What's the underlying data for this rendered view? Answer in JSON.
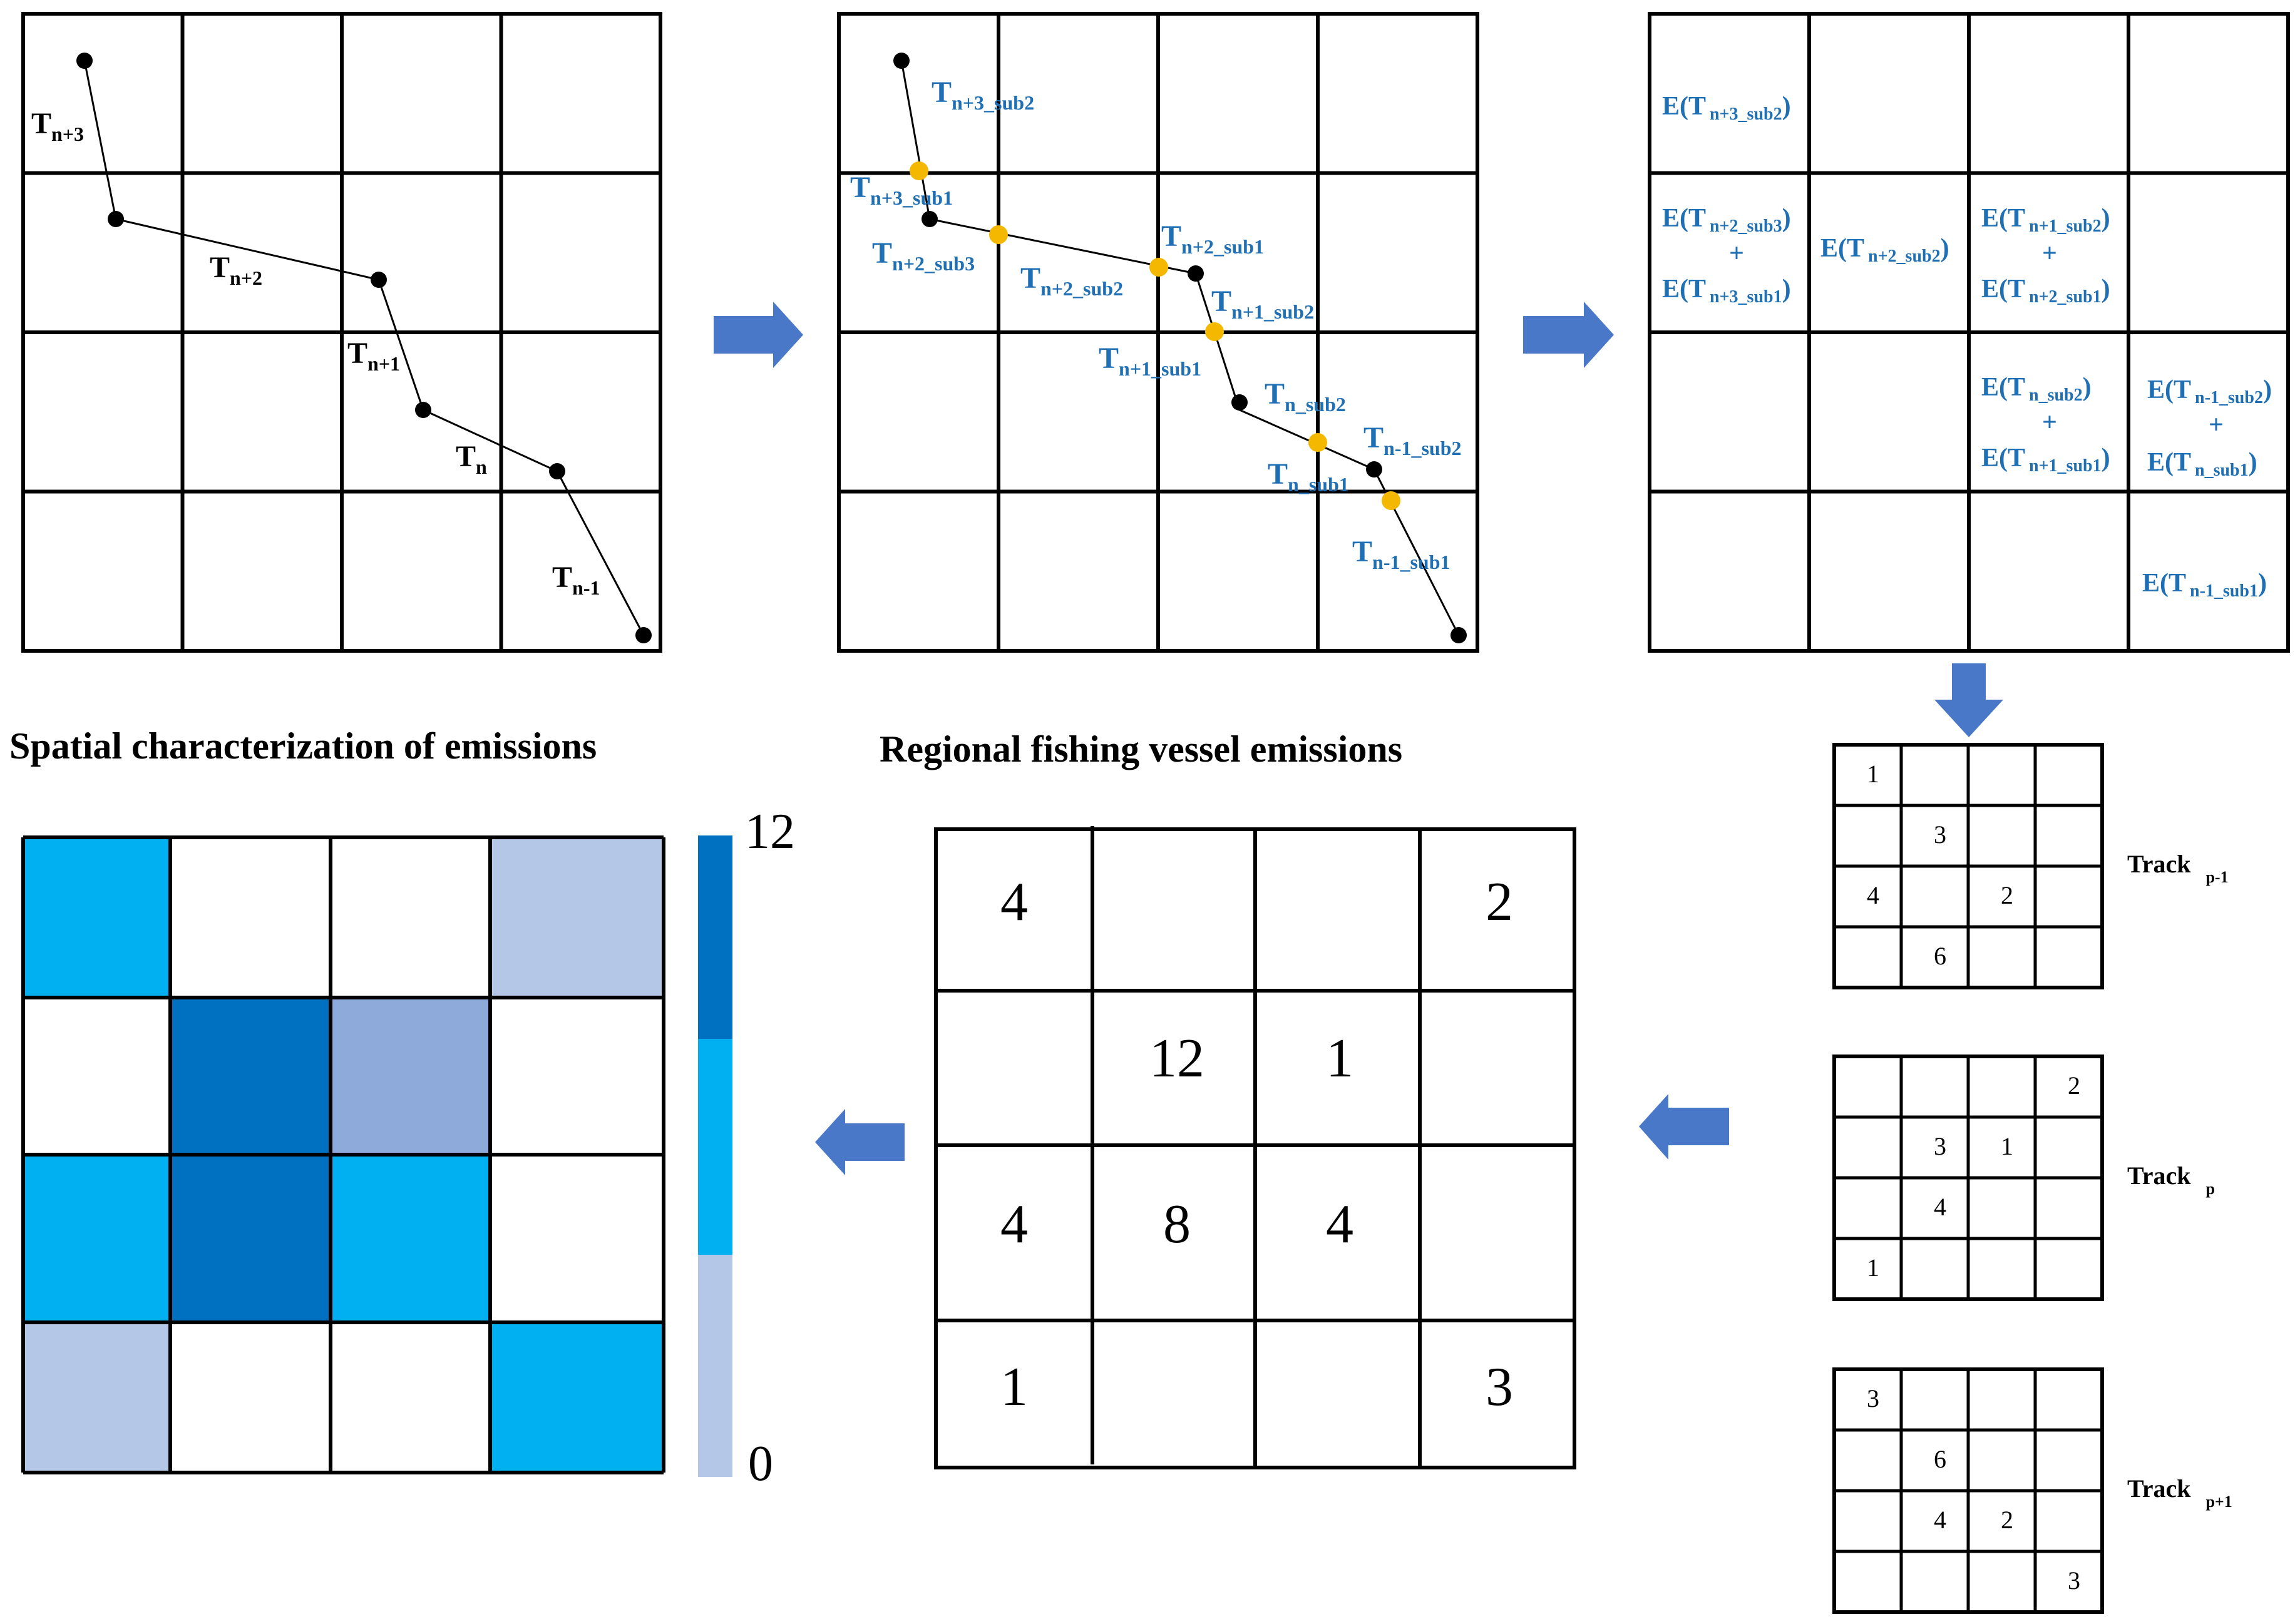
{
  "titles": {
    "spatial": "Spatial characterization of emissions",
    "regional": "Regional fishing vessel emissions"
  },
  "colors": {
    "grid": "#000000",
    "node": "#000000",
    "split_point": "#f5b800",
    "blue_label": "#1f6fb4",
    "arrow": "#4a78c8",
    "level_high": "#0070c0",
    "level_mid": "#00b0f0",
    "level_low": "#b4c7e7",
    "level_lowmid": "#8eaadb"
  },
  "panel1": {
    "segments": [
      {
        "main": "T",
        "sub": "n+3"
      },
      {
        "main": "T",
        "sub": "n+2"
      },
      {
        "main": "T",
        "sub": "n+1"
      },
      {
        "main": "T",
        "sub": "n"
      },
      {
        "main": "T",
        "sub": "n-1"
      }
    ]
  },
  "panel2": {
    "labels": [
      {
        "main": "T",
        "sub": "n+3_sub2"
      },
      {
        "main": "T",
        "sub": "n+3_sub1"
      },
      {
        "main": "T",
        "sub": "n+2_sub3"
      },
      {
        "main": "T",
        "sub": "n+2_sub2"
      },
      {
        "main": "T",
        "sub": "n+2_sub1"
      },
      {
        "main": "T",
        "sub": "n+1_sub2"
      },
      {
        "main": "T",
        "sub": "n+1_sub1"
      },
      {
        "main": "T",
        "sub": "n_sub2"
      },
      {
        "main": "T",
        "sub": "n-1_sub2"
      },
      {
        "main": "T",
        "sub": "n_sub1"
      },
      {
        "main": "T",
        "sub": "n-1_sub1"
      }
    ]
  },
  "panel3": {
    "plus": "+",
    "cells": [
      {
        "lines": [
          {
            "pre": "E(T",
            "sub": "n+3_sub2",
            "post": ")"
          }
        ]
      },
      {
        "lines": [
          {
            "pre": "E(T",
            "sub": "n+2_sub3",
            "post": ")"
          },
          {
            "pre": "E(T",
            "sub": "n+3_sub1",
            "post": ")"
          }
        ]
      },
      {
        "lines": [
          {
            "pre": "E(T",
            "sub": "n+2_sub2",
            "post": ")"
          }
        ]
      },
      {
        "lines": [
          {
            "pre": "E(T",
            "sub": "n+1_sub2",
            "post": ")"
          },
          {
            "pre": "E(T",
            "sub": "n+2_sub1",
            "post": ")"
          }
        ]
      },
      {
        "lines": [
          {
            "pre": "E(T",
            "sub": "n_sub2",
            "post": ")"
          },
          {
            "pre": "E(T",
            "sub": "n+1_sub1",
            "post": ")"
          }
        ]
      },
      {
        "lines": [
          {
            "pre": "E(T",
            "sub": "n-1_sub2",
            "post": ")"
          },
          {
            "pre": "E(T",
            "sub": "n_sub1",
            "post": ")"
          }
        ]
      },
      {
        "lines": [
          {
            "pre": "E(T",
            "sub": "n-1_sub1",
            "post": ")"
          }
        ]
      }
    ]
  },
  "tracks": [
    {
      "label": "Track",
      "sub": "p-1",
      "cells": [
        [
          "1",
          "",
          "",
          ""
        ],
        [
          "",
          "3",
          "",
          ""
        ],
        [
          "4",
          "",
          "2",
          ""
        ],
        [
          "",
          "6",
          "",
          ""
        ]
      ]
    },
    {
      "label": "Track",
      "sub": "p",
      "cells": [
        [
          "",
          "",
          "",
          "2"
        ],
        [
          "",
          "3",
          "1",
          ""
        ],
        [
          "",
          "4",
          "",
          ""
        ],
        [
          "1",
          "",
          "",
          ""
        ]
      ]
    },
    {
      "label": "Track",
      "sub": "p+1",
      "cells": [
        [
          "3",
          "",
          "",
          ""
        ],
        [
          "",
          "6",
          "",
          ""
        ],
        [
          "",
          "4",
          "2",
          ""
        ],
        [
          "",
          "",
          "",
          "3"
        ]
      ]
    }
  ],
  "regional": {
    "cells": [
      [
        "4",
        "",
        "",
        "2"
      ],
      [
        "",
        "12",
        "1",
        ""
      ],
      [
        "4",
        "8",
        "4",
        ""
      ],
      [
        "1",
        "",
        "",
        "3"
      ]
    ]
  },
  "spatial": {
    "levels": [
      [
        "mid",
        "none",
        "none",
        "low"
      ],
      [
        "none",
        "high",
        "lowmid",
        "none"
      ],
      [
        "mid",
        "high",
        "mid",
        "none"
      ],
      [
        "low",
        "none",
        "none",
        "mid"
      ]
    ]
  },
  "legend": {
    "max_label": "12",
    "min_label": "0"
  }
}
